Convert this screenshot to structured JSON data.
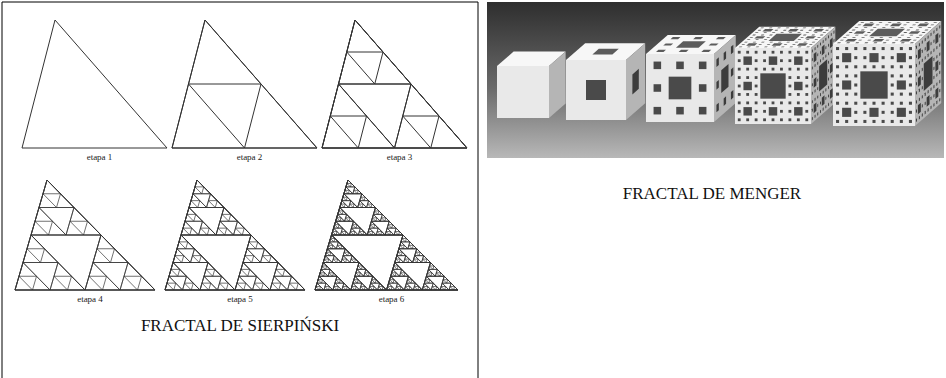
{
  "diagram": {
    "nodes": [
      {
        "text": [
          "FRACTAL DE SIERPIŃSKI"
        ]
      },
      {
        "text": [
          "FRACTAL DE MENGER"
        ]
      }
    ],
    "labels": [
      "etapa 1",
      "etapa 2",
      "etapa 3",
      "etapa 4",
      "etapa 5",
      "etapa 6"
    ]
  }
}
